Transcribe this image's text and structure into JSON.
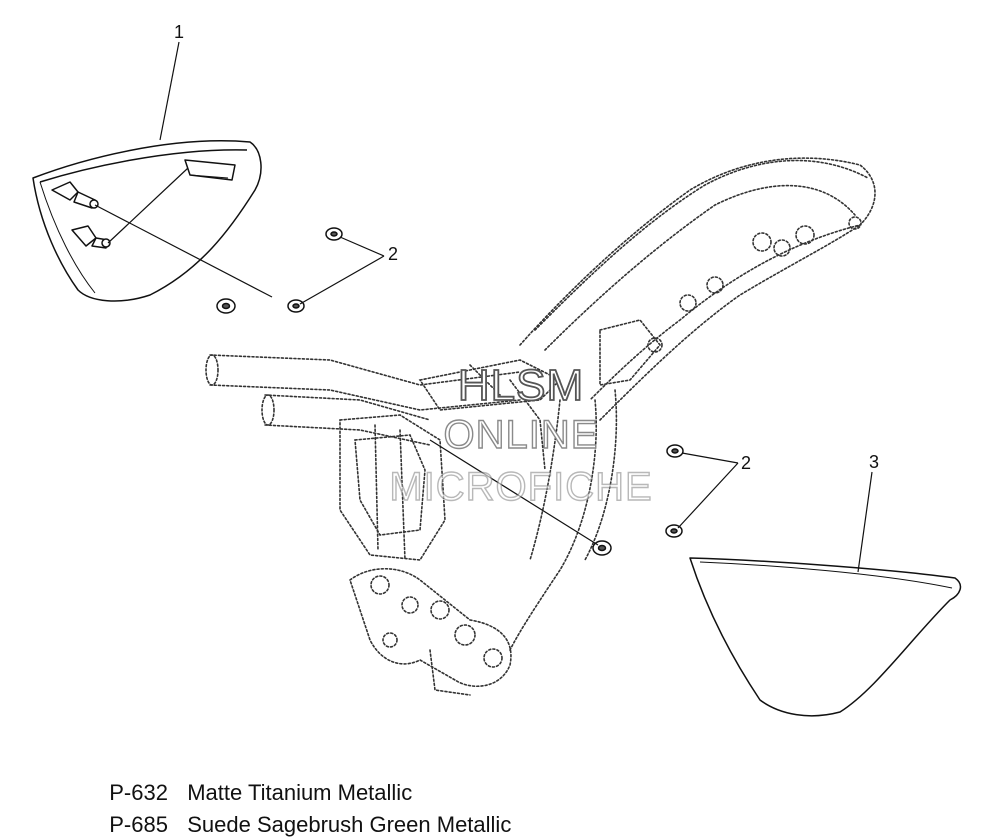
{
  "callouts": [
    "1",
    "2",
    "2",
    "3"
  ],
  "watermark": {
    "line1": "HLSM",
    "line2": "ONLINE",
    "line3": "MICROFICHE"
  },
  "paint_codes": [
    {
      "code": "P-632",
      "name": "Matte Titanium Metallic"
    },
    {
      "code": "P-685",
      "name": "Suede Sagebrush Green Metallic"
    }
  ]
}
